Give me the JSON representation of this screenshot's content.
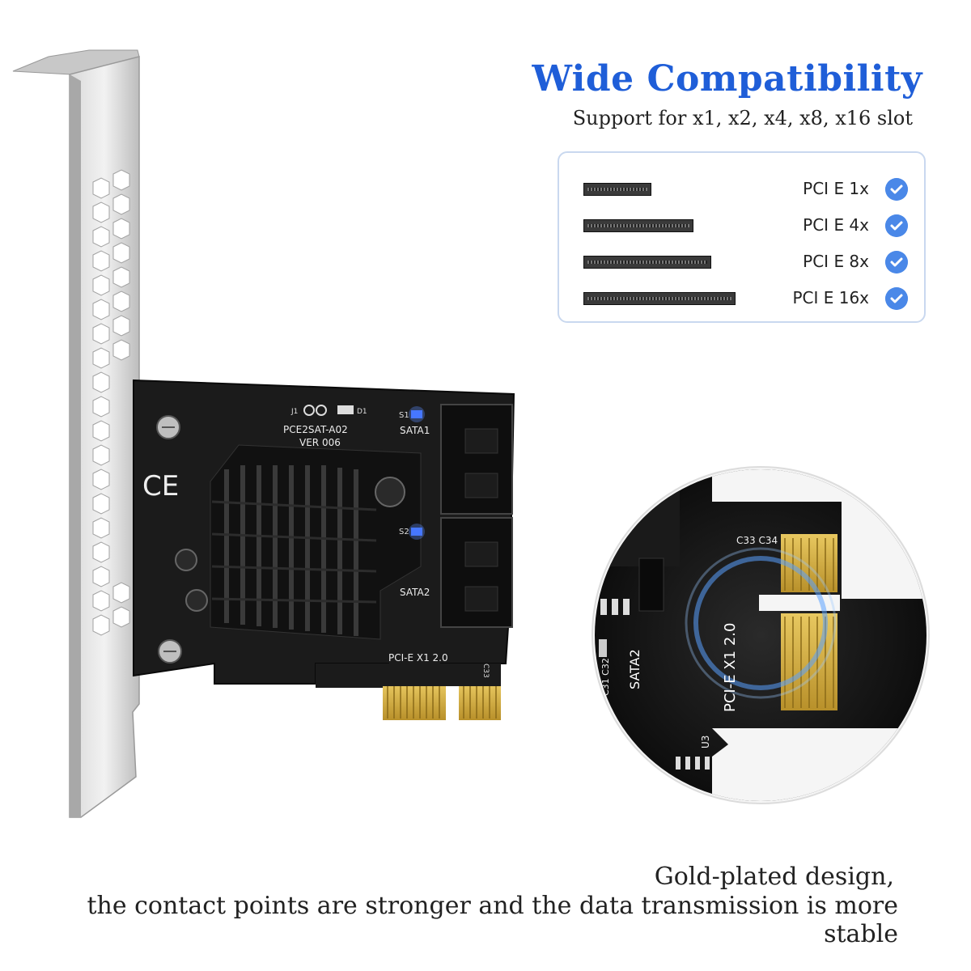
{
  "header": {
    "title": "Wide Compatibility",
    "subtitle": "Support for x1, x2, x4, x8, x16 slot"
  },
  "compatibility": {
    "rows": [
      {
        "label": "PCI E 1x",
        "icon": "check-circle-icon"
      },
      {
        "label": "PCI E 4x",
        "icon": "check-circle-icon"
      },
      {
        "label": "PCI E 8x",
        "icon": "check-circle-icon"
      },
      {
        "label": "PCI E 16x",
        "icon": "check-circle-icon"
      }
    ]
  },
  "card": {
    "model": "PCE2SAT-A02",
    "version": "VER 006",
    "port1": "SATA1",
    "port2": "SATA2",
    "interface": "PCI-E X1 2.0",
    "ce_mark": "CE",
    "labels": {
      "j1": "J1",
      "d1": "D1",
      "s1": "S1",
      "s2": "S2",
      "c33": "C33"
    }
  },
  "zoom": {
    "interface": "PCI-E X1 2.0",
    "port": "SATA2",
    "caps": "C33 C34",
    "caps2": "C31 C32",
    "u3": "U3"
  },
  "caption": {
    "line1": "Gold-plated design,",
    "line2": "the contact points are stronger and the data transmission is more stable"
  },
  "colors": {
    "accent": "#1f5ed8",
    "check": "#4a88e8",
    "pcb": "#1a1a1a",
    "gold": "#d4b24a",
    "led": "#3b6cff"
  }
}
